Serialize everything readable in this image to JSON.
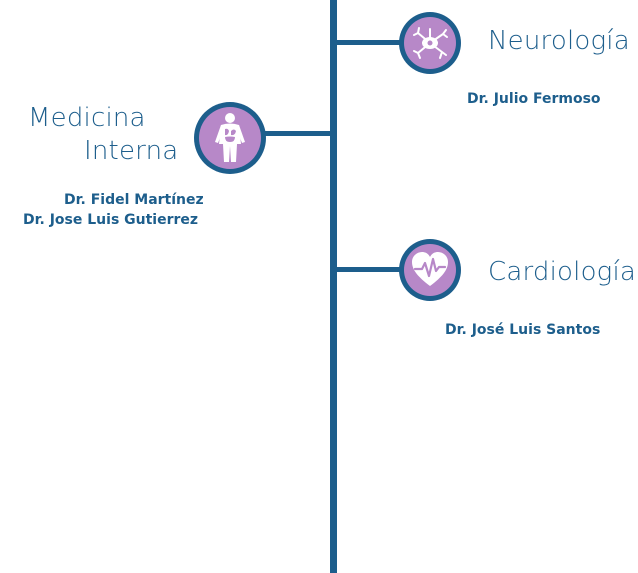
{
  "colors": {
    "line": "#1d5e8c",
    "icon_fill": "#b788c8",
    "text": "#1d5e8c"
  },
  "departments": [
    {
      "title": "Neurología",
      "icon": "neuron-icon",
      "doctors": [
        "Dr. Julio Fermoso"
      ]
    },
    {
      "title_line1": "Medicina",
      "title_line2": "Interna",
      "icon": "human-body-organs-icon",
      "doctors": [
        "Dr. Fidel Martínez",
        "Dr. Jose Luis Gutierrez"
      ]
    },
    {
      "title": "Cardiología",
      "icon": "heart-pulse-icon",
      "doctors": [
        "Dr. José Luis Santos"
      ]
    }
  ]
}
